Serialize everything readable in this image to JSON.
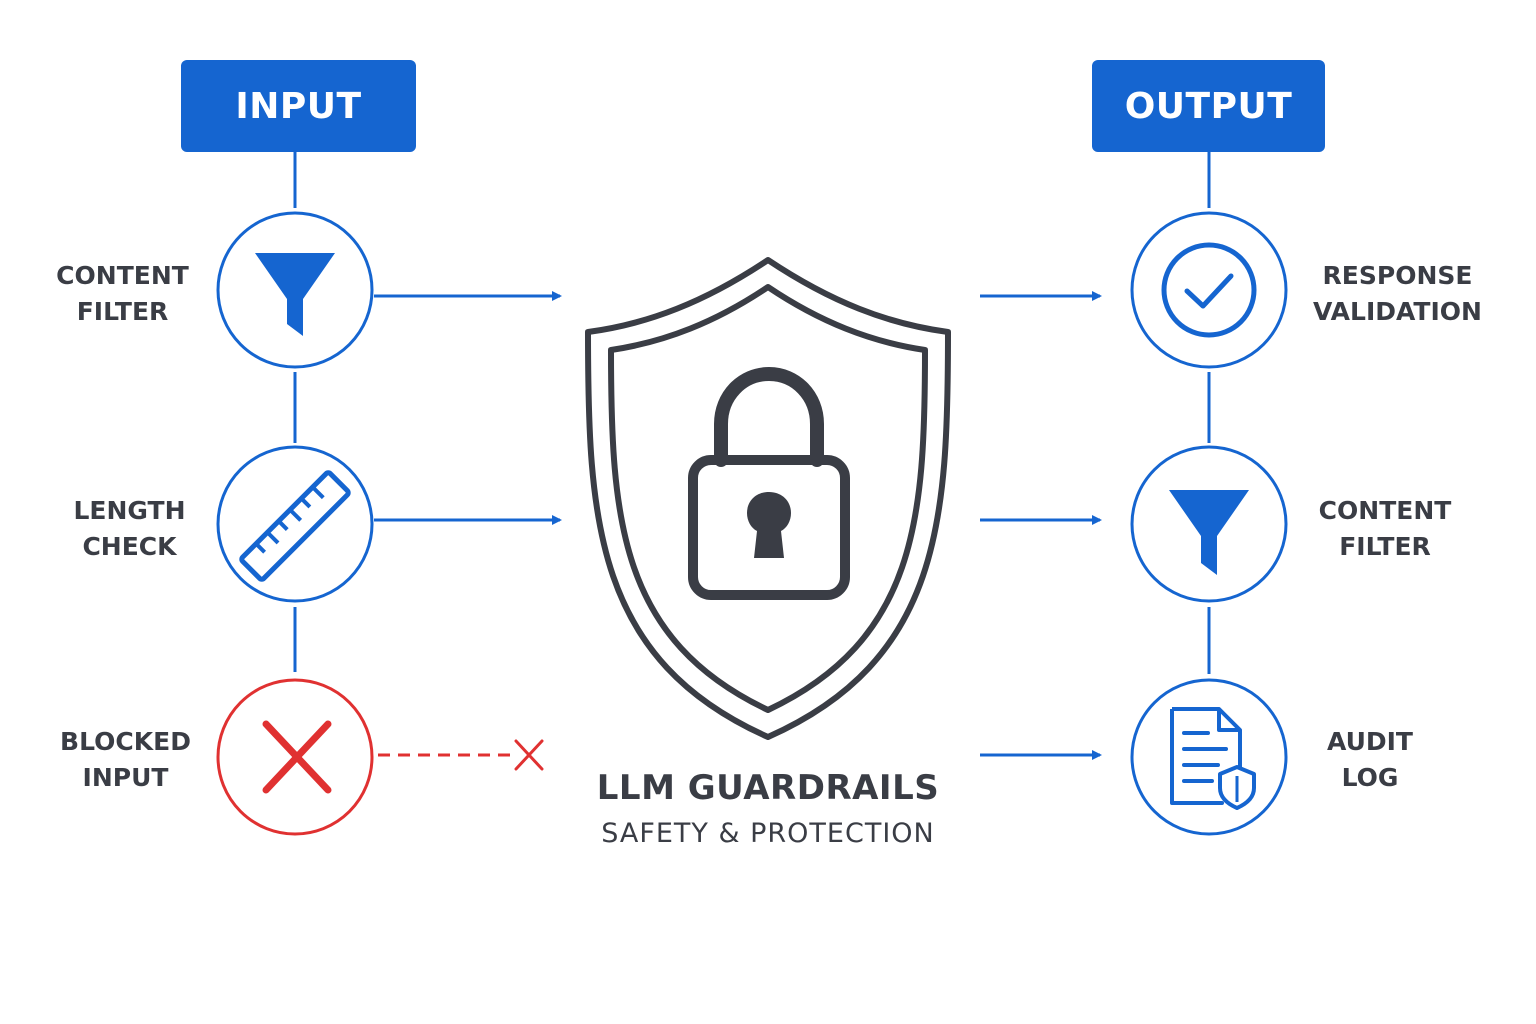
{
  "input": {
    "header": "INPUT",
    "steps": [
      {
        "line1": "CONTENT",
        "line2": "FILTER",
        "icon": "funnel-icon",
        "status": "pass"
      },
      {
        "line1": "LENGTH",
        "line2": "CHECK",
        "icon": "ruler-icon",
        "status": "pass"
      },
      {
        "line1": "BLOCKED",
        "line2": "INPUT",
        "icon": "x-icon",
        "status": "blocked"
      }
    ]
  },
  "output": {
    "header": "OUTPUT",
    "steps": [
      {
        "line1": "RESPONSE",
        "line2": "VALIDATION",
        "icon": "check-circle-icon"
      },
      {
        "line1": "CONTENT",
        "line2": "FILTER",
        "icon": "funnel-icon"
      },
      {
        "line1": "AUDIT",
        "line2": "LOG",
        "icon": "document-shield-icon"
      }
    ]
  },
  "center": {
    "title": "LLM GUARDRAILS",
    "subtitle": "SAFETY & PROTECTION",
    "icon": "shield-lock-icon"
  },
  "colors": {
    "accent": "#1565d0",
    "blocked": "#e03131",
    "text": "#3a3d45",
    "shield": "#3a3d45"
  }
}
